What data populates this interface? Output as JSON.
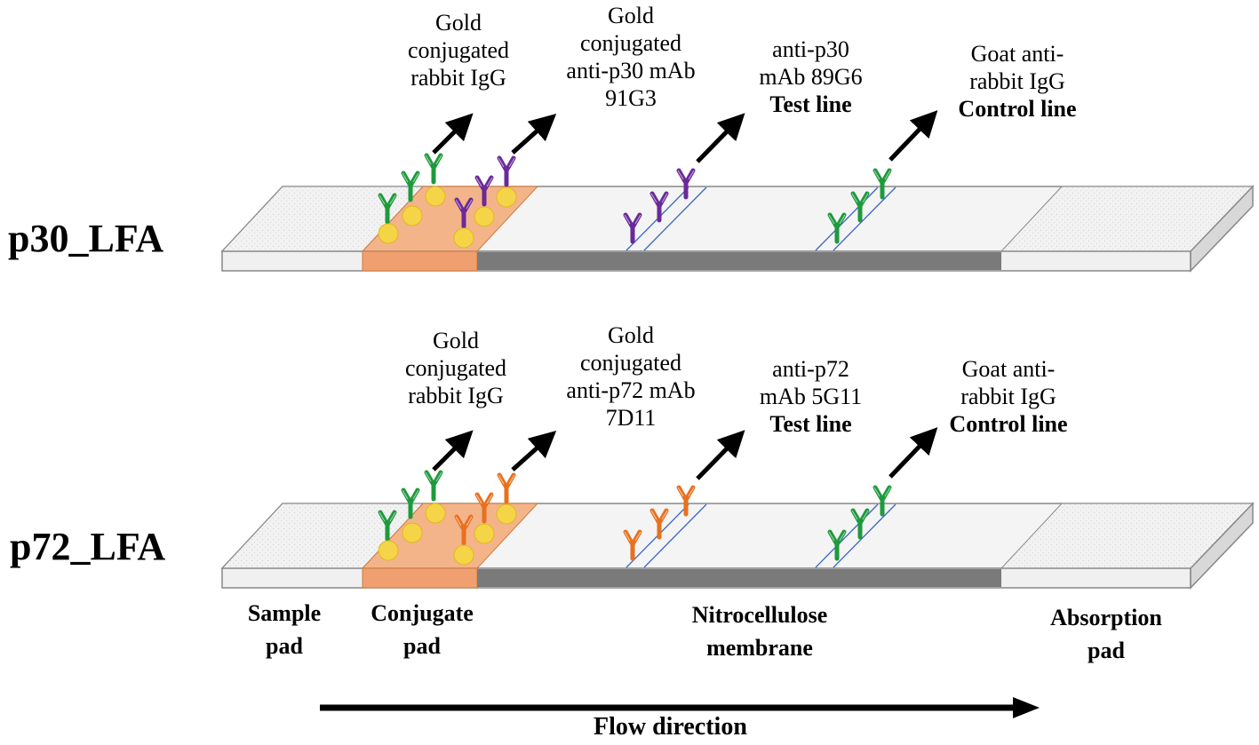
{
  "strips": [
    {
      "name": "p30_LFA",
      "labels": {
        "conj_rabbit": [
          "Gold",
          "conjugated",
          "rabbit IgG"
        ],
        "conj_mab": [
          "Gold",
          "conjugated",
          "anti-p30 mAb",
          "91G3"
        ],
        "test_mab": [
          "anti-p30",
          "mAb 89G6"
        ],
        "test_title": "Test line",
        "control_ab": [
          "Goat anti-",
          "rabbit IgG"
        ],
        "control_title": "Control line"
      },
      "antibody_color": "#6a2a9a"
    },
    {
      "name": "p72_LFA",
      "labels": {
        "conj_rabbit": [
          "Gold",
          "conjugated",
          "rabbit IgG"
        ],
        "conj_mab": [
          "Gold",
          "conjugated",
          "anti-p72 mAb",
          "7D11"
        ],
        "test_mab": [
          "anti-p72",
          "mAb 5G11"
        ],
        "test_title": "Test line",
        "control_ab": [
          "Goat anti-",
          "rabbit IgG"
        ],
        "control_title": "Control line"
      },
      "antibody_color": "#e8701e"
    }
  ],
  "regions": {
    "sample_pad": [
      "Sample",
      "pad"
    ],
    "conjugate_pad": [
      "Conjugate",
      "pad"
    ],
    "nitrocellulose": [
      "Nitrocellulose",
      "membrane"
    ],
    "absorption_pad": [
      "Absorption",
      "pad"
    ]
  },
  "flow_label": "Flow direction",
  "colors": {
    "green_antibody": "#1e9a3c",
    "gold_particle": "#f5d547",
    "conjugate_pad": "#f4b48a",
    "membrane_side": "#7a7a7a",
    "line_blue": "#3b66c4"
  }
}
